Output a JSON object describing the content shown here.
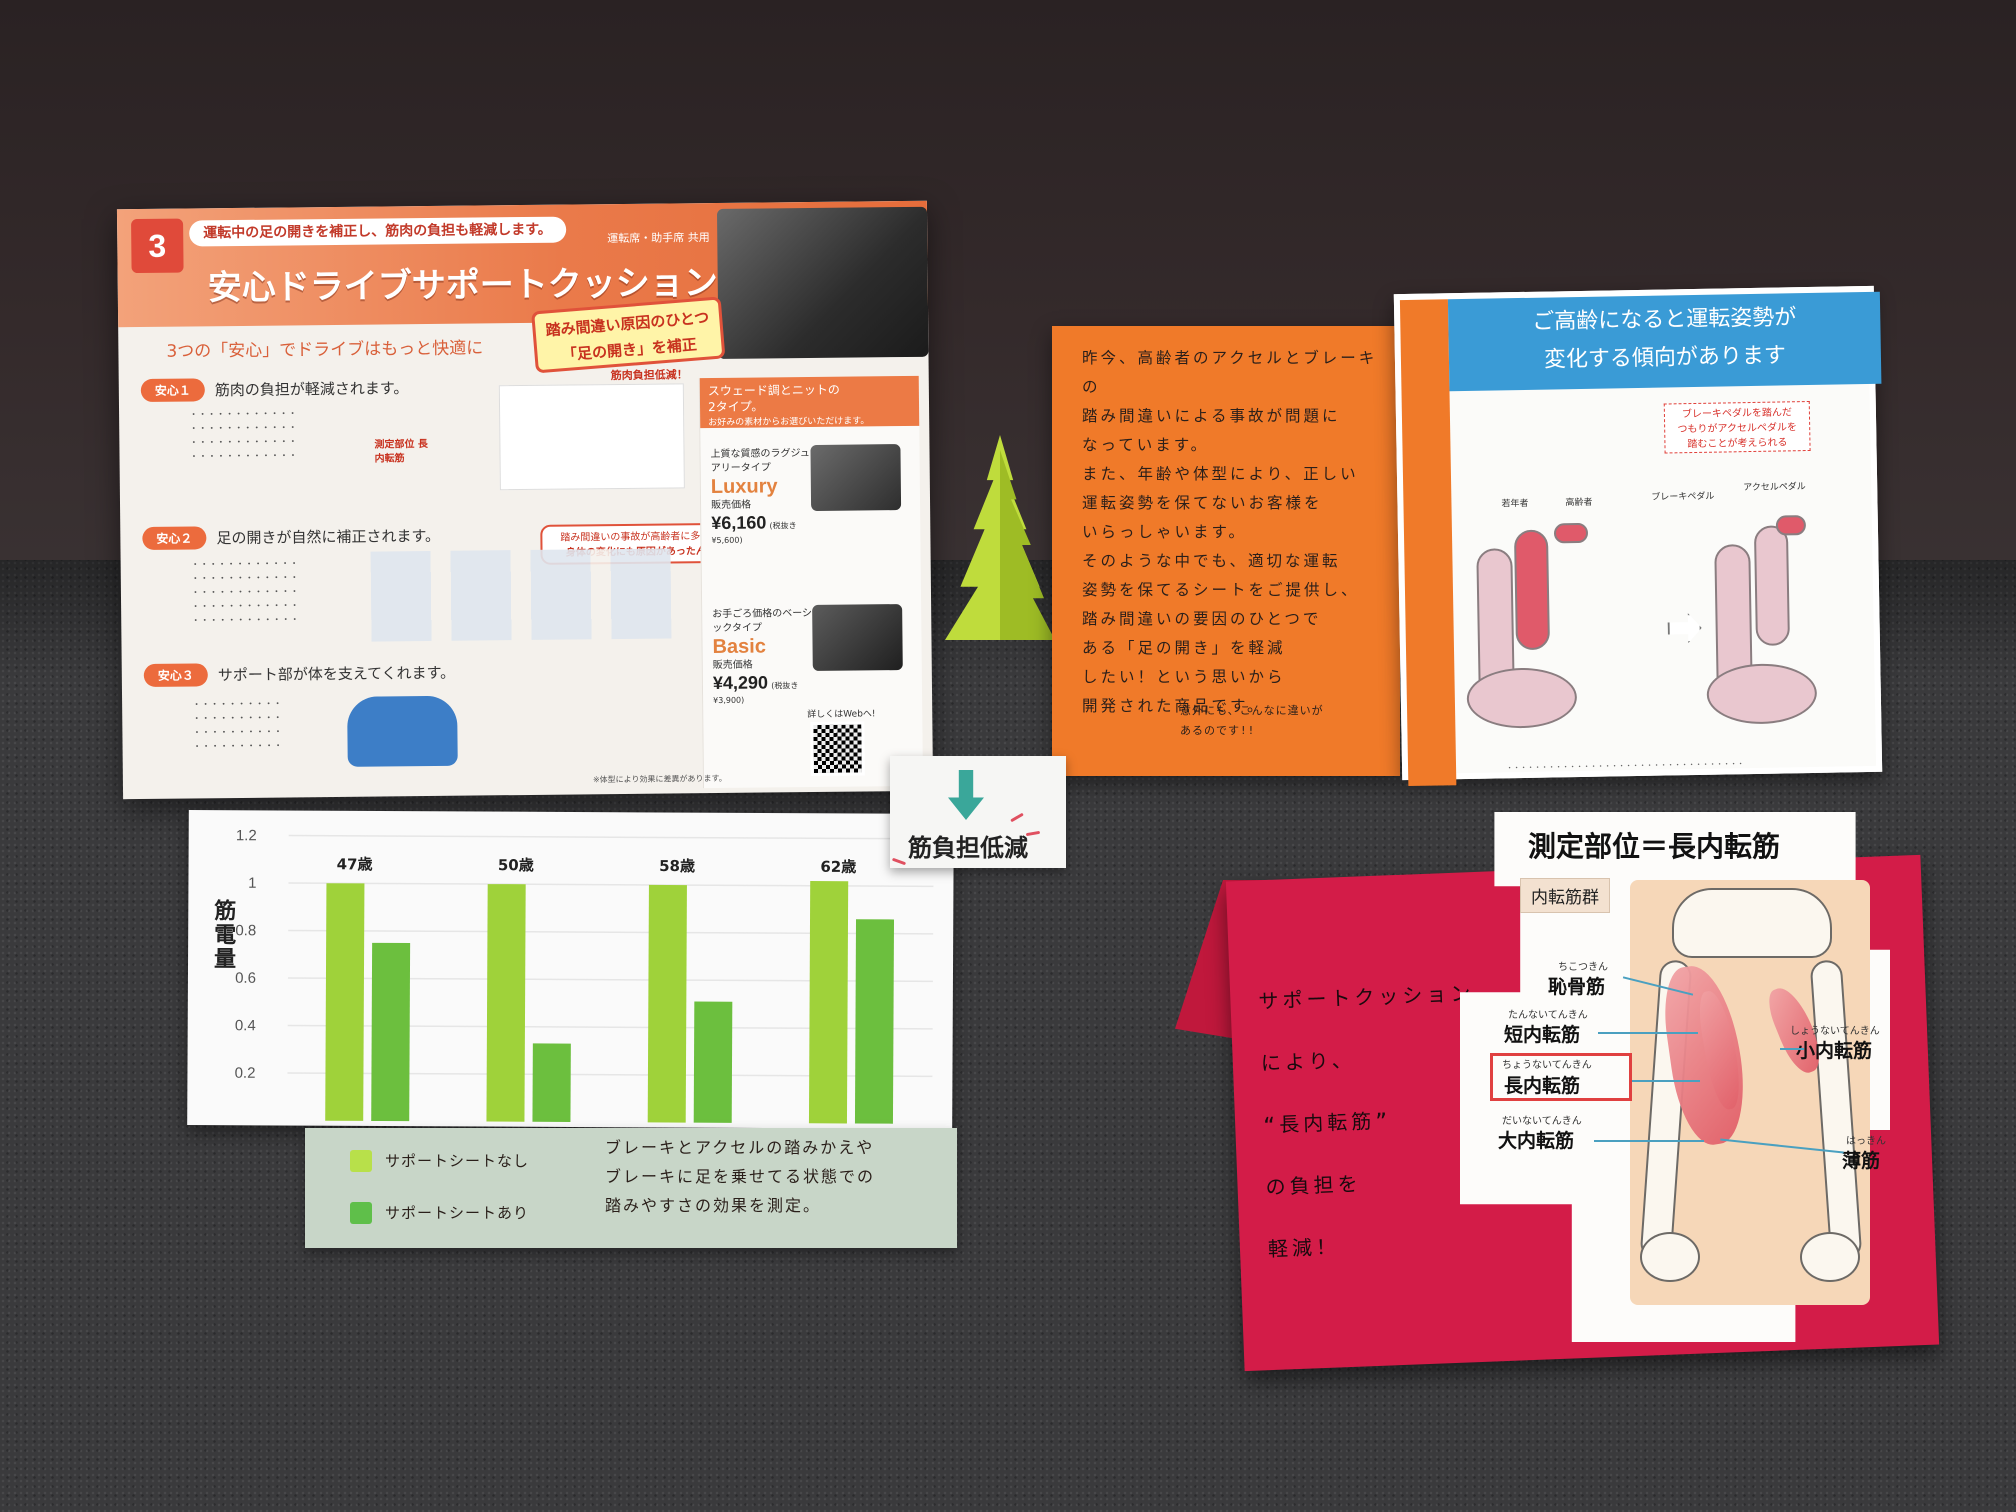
{
  "flyer": {
    "number": "3",
    "tagline": "運転中の足の開きを補正し、筋肉の負担も軽減します。",
    "seat_note": "運転席・助手席 共用",
    "title": "安心ドライブサポートクッション",
    "badge_line1": "踏み間違い原因のひとつ",
    "badge_line2": "「足の開き」を補正",
    "lead": "3つの「安心」でドライブはもっと快適に",
    "sections": [
      {
        "pill": "安心１",
        "text": "筋肉の負担が軽減されます。"
      },
      {
        "pill": "安心２",
        "text": "足の開きが自然に補正されます。"
      },
      {
        "pill": "安心３",
        "text": "サポート部が体を支えてくれます。"
      }
    ],
    "muscle_note": "筋肉負担低減！",
    "measure_label": "測定部位 長内転筋",
    "callout_line1": "踏み間違いの事故が高齢者に多いのは、",
    "callout_line2": "身体の変化にも原因があったんです！",
    "panel_head_line1": "スウェード調とニットの",
    "panel_head_line2": "2タイプ。",
    "panel_head_line3": "お好みの素材からお選びいただけます。",
    "variants": [
      {
        "desc": "上質な質感のラグジュアリータイプ",
        "name": "Luxury",
        "price_label": "販売価格",
        "price": "¥6,160",
        "tax": "(税抜き ¥5,600)"
      },
      {
        "desc": "お手ごろ価格のベーシックタイプ",
        "name": "Basic",
        "price_label": "販売価格",
        "price": "¥4,290",
        "tax": "(税抜き ¥3,900)"
      }
    ],
    "qr_label": "詳しくはWebへ!",
    "foot_note": "※体型により効果に差異があります。"
  },
  "orange_card": {
    "text": "昨今、高齢者のアクセルとブレーキの\n踏み間違いによる事故が問題に\nなっています。\nまた、年齢や体型により、正しい\n運転姿勢を保てないお客様を\nいらっしゃいます。\nそのような中でも、適切な運転\n姿勢を保てるシートをご提供し、\n踏み間違いの要因のひとつで\nある「足の開き」を軽減\nしたい！という思いから\n開発された商品です。",
    "note_line1": "意外にも、こんなに違いが",
    "note_line2": "あるのです!!"
  },
  "elder_card": {
    "heading_line1": "ご高齢になると運転姿勢が",
    "heading_line2": "変化する傾向があります",
    "callout_line1": "ブレーキペダルを踏んだ",
    "callout_line2": "つもりがアクセルペダルを",
    "callout_line3": "踏むことが考えられる",
    "label_young": "若年者",
    "label_elder": "高齢者",
    "label_brake": "ブレーキペダル",
    "label_accel": "アクセルペダル"
  },
  "chart_tag": {
    "text": "筋負担低減"
  },
  "chart_data": {
    "type": "bar",
    "categories": [
      "47歳",
      "50歳",
      "58歳",
      "62歳"
    ],
    "series": [
      {
        "name": "サポートシートなし",
        "values": [
          1.0,
          1.0,
          1.0,
          1.02
        ],
        "color": "#9fd23a"
      },
      {
        "name": "サポートシートあり",
        "values": [
          0.75,
          0.33,
          0.51,
          0.86
        ],
        "color": "#6cbf3e"
      }
    ],
    "ylabel": "筋電量",
    "ylim": [
      0,
      1.2
    ],
    "yticks": [
      "0.2",
      "0.4",
      "0.6",
      "0.8",
      "1",
      "1.2"
    ],
    "grid": true
  },
  "legend_card": {
    "labels": [
      "サポートシートなし",
      "サポートシートあり"
    ],
    "note": "ブレーキとアクセルの踏みかえや\nブレーキに足を乗せてる状態での\n踏みやすさの効果を測定。"
  },
  "red_card": {
    "text": "サポートクッション\nにより、\n“長内転筋”\nの負担を\n軽減！"
  },
  "anatomy": {
    "title": "測定部位＝長内転筋",
    "group": "内転筋群",
    "muscles": [
      {
        "ruby": "ちこつきん",
        "name": "恥骨筋"
      },
      {
        "ruby": "たんないてんきん",
        "name": "短内転筋"
      },
      {
        "ruby": "ちょうないてんきん",
        "name": "長内転筋"
      },
      {
        "ruby": "だいないてんきん",
        "name": "大内転筋"
      },
      {
        "ruby": "しょうないてんきん",
        "name": "小内転筋"
      },
      {
        "ruby": "はっきん",
        "name": "薄筋"
      }
    ]
  }
}
